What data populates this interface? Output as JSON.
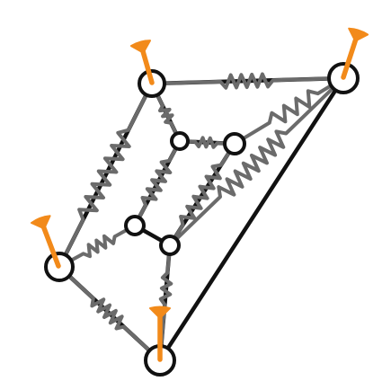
{
  "diagram": {
    "type": "spring-network",
    "colors": {
      "background": "#ffffff",
      "rod": "#111111",
      "spring": "#6b6b6b",
      "pin": "#f28a1a",
      "node_fill": "#ffffff",
      "node_stroke": "#111111"
    },
    "pinned_node_count": 4,
    "free_node_count": 4
  }
}
